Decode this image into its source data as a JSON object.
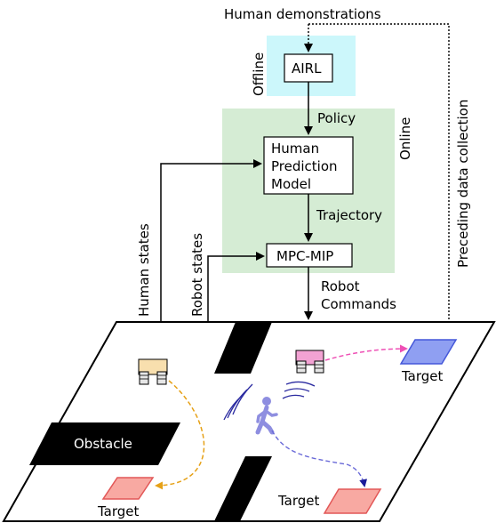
{
  "header": {
    "human_demonstrations": "Human demonstrations"
  },
  "offline": {
    "label": "Offline",
    "box": "AIRL"
  },
  "online": {
    "label": "Online",
    "policy": "Policy",
    "prediction_model": [
      "Human",
      "Prediction",
      "Model"
    ],
    "trajectory": "Trajectory",
    "mpc": "MPC-MIP"
  },
  "inputs": {
    "human_states": "Human states",
    "robot_states": "Robot states"
  },
  "outputs": {
    "robot_commands": [
      "Robot",
      "Commands"
    ]
  },
  "side": {
    "preceding": "Preceding data collection"
  },
  "scene": {
    "obstacle": "Obstacle",
    "target": "Target"
  },
  "colors": {
    "offline_bg": "#ccf7fb",
    "online_bg": "#d5ecd4",
    "orange_path": "#e6a117",
    "pink_path": "#ee4fb5",
    "blue_path": "#6a6ad8",
    "target_red": "#f8a9a2",
    "target_red_stroke": "#e25757",
    "target_blue": "#8f9ff2",
    "target_blue_stroke": "#4457d9",
    "human_color": "#8e8ee0",
    "robot_tan": "#f8dfae",
    "robot_pink": "#f2a2d3"
  }
}
